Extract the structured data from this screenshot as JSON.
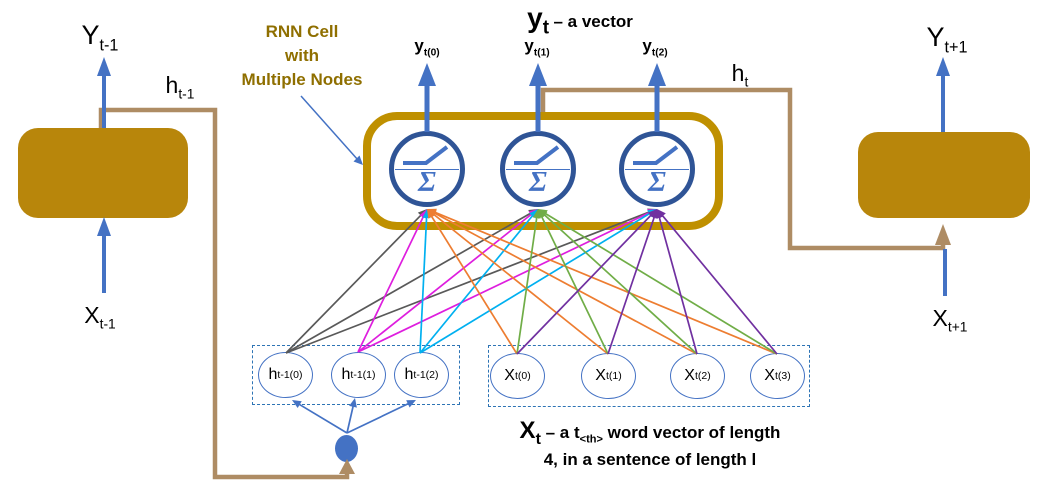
{
  "title": {
    "base": "y",
    "sub": "t",
    "rest": "– a  vector"
  },
  "outputs": [
    {
      "base": "y",
      "sub": "t(0)"
    },
    {
      "base": "y",
      "sub": "t(1)"
    },
    {
      "base": "y",
      "sub": "t(2)"
    }
  ],
  "rnn_label": {
    "line1": "RNN Cell",
    "line2": "with",
    "line3": "Multiple Nodes"
  },
  "left_unit": {
    "y": {
      "base": "Y",
      "sub": "t-1"
    },
    "h": {
      "base": "h",
      "sub": "t-1"
    },
    "x": {
      "base": "X",
      "sub": "t-1"
    }
  },
  "right_unit": {
    "y": {
      "base": "Y",
      "sub": "t+1"
    },
    "h": {
      "base": "h",
      "sub": "t"
    },
    "x": {
      "base": "X",
      "sub": "t+1"
    }
  },
  "hidden_nodes": [
    {
      "base": "h",
      "sub": "t-1(0)"
    },
    {
      "base": "h",
      "sub": "t-1(1)"
    },
    {
      "base": "h",
      "sub": "t-1(2)"
    }
  ],
  "input_nodes": [
    {
      "base": "X",
      "sub": "t(0)"
    },
    {
      "base": "X",
      "sub": "t(1)"
    },
    {
      "base": "X",
      "sub": "t(2)"
    },
    {
      "base": "X",
      "sub": "t(3)"
    }
  ],
  "caption": {
    "x_base": "X",
    "x_sub": "t",
    "mid": " – a  t",
    "mid_sub": "<th>",
    "rest": " word vector of length",
    "line2": "4, in a sentence of length l"
  },
  "sigma_symbol": "Σ",
  "colors": {
    "gold_fill": "#B8860B",
    "cell_border": "#BF9000",
    "label_gold": "#8F6F00",
    "tan": "#AE8C64",
    "blue": "#4472C4",
    "circle_border": "#2F5496",
    "dashed_border": "#2E74B5",
    "gray": "#595959",
    "magenta": "#DE1EDE",
    "cyan": "#00B0F0",
    "orange": "#ED7D31",
    "green": "#70AD47",
    "purple": "#7030A0"
  },
  "diagram": {
    "edges": [
      {
        "from": "h0",
        "to": "s1",
        "color": "gray"
      },
      {
        "from": "h0",
        "to": "s2",
        "color": "gray"
      },
      {
        "from": "h0",
        "to": "s3",
        "color": "gray"
      },
      {
        "from": "h1",
        "to": "s1",
        "color": "magenta"
      },
      {
        "from": "h1",
        "to": "s2",
        "color": "magenta"
      },
      {
        "from": "h1",
        "to": "s3",
        "color": "magenta"
      },
      {
        "from": "h2",
        "to": "s1",
        "color": "cyan"
      },
      {
        "from": "h2",
        "to": "s2",
        "color": "cyan"
      },
      {
        "from": "h2",
        "to": "s3",
        "color": "cyan"
      },
      {
        "from": "x0",
        "to": "s1",
        "color": "orange"
      },
      {
        "from": "x1",
        "to": "s1",
        "color": "orange"
      },
      {
        "from": "x2",
        "to": "s1",
        "color": "orange"
      },
      {
        "from": "x3",
        "to": "s1",
        "color": "orange"
      },
      {
        "from": "x0",
        "to": "s2",
        "color": "green"
      },
      {
        "from": "x1",
        "to": "s2",
        "color": "green"
      },
      {
        "from": "x2",
        "to": "s2",
        "color": "green"
      },
      {
        "from": "x3",
        "to": "s2",
        "color": "green"
      },
      {
        "from": "x0",
        "to": "s3",
        "color": "purple"
      },
      {
        "from": "x1",
        "to": "s3",
        "color": "purple"
      },
      {
        "from": "x2",
        "to": "s3",
        "color": "purple"
      },
      {
        "from": "x3",
        "to": "s3",
        "color": "purple"
      },
      {
        "from": "dot",
        "to": "hb0",
        "color": "blue"
      },
      {
        "from": "dot",
        "to": "hb1",
        "color": "blue"
      },
      {
        "from": "dot",
        "to": "hb2",
        "color": "blue"
      }
    ]
  }
}
